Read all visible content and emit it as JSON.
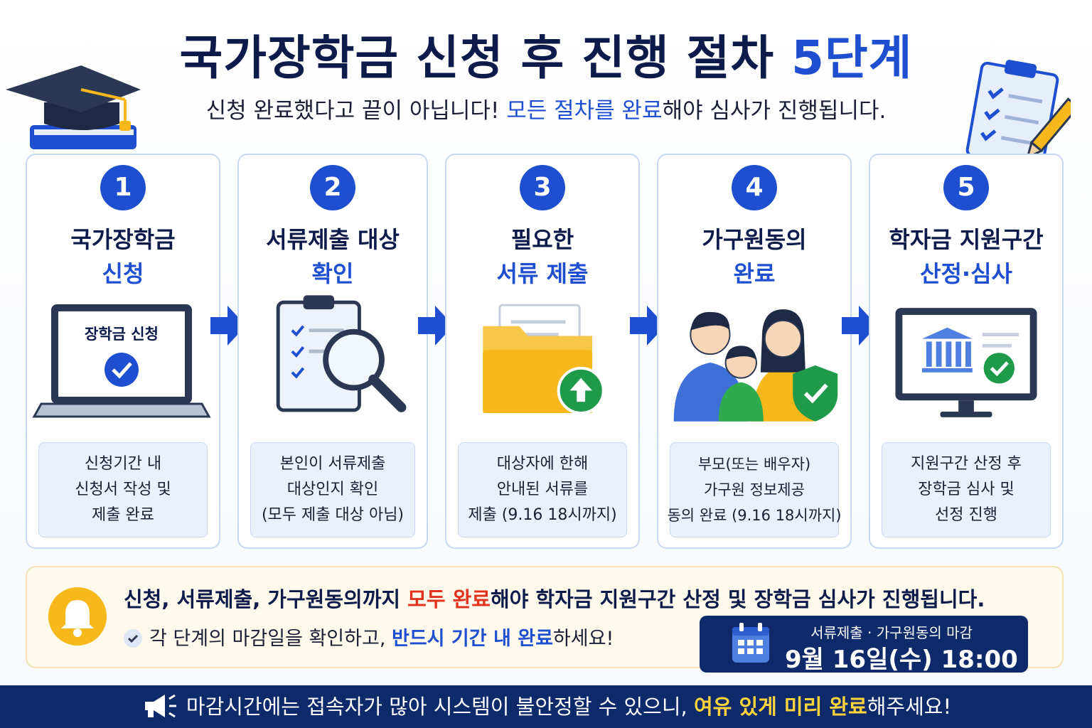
{
  "header": {
    "title_main": "국가장학금 신청 후 진행 절차 ",
    "title_accent": "5단계",
    "subtitle_pre": "신청 완료했다고 끝이 아닙니다! ",
    "subtitle_accent": "모든 절차를 완료",
    "subtitle_post": "해야 심사가 진행됩니다."
  },
  "steps": [
    {
      "number": "1",
      "title_line1": "국가장학금",
      "title_line2": "신청",
      "screen_text": "장학금 신청",
      "desc": [
        "신청기간 내",
        "신청서 작성 및",
        "제출 완료"
      ],
      "icon": "laptop-icon"
    },
    {
      "number": "2",
      "title_line1": "서류제출 대상",
      "title_line2": "확인",
      "desc": [
        "본인이 서류제출",
        "대상인지 확인",
        "(모두 제출 대상 아님)"
      ],
      "icon": "clipboard-search-icon"
    },
    {
      "number": "3",
      "title_line1": "필요한",
      "title_line2": "서류 제출",
      "desc": [
        "대상자에 한해",
        "안내된 서류를",
        "제출 (9.16 18시까지)"
      ],
      "icon": "folder-upload-icon"
    },
    {
      "number": "4",
      "title_line1": "가구원동의",
      "title_line2": "완료",
      "desc": [
        "부모(또는 배우자)",
        "가구원 정보제공",
        "동의 완료 (9.16 18시까지)"
      ],
      "icon": "family-shield-icon"
    },
    {
      "number": "5",
      "title_line1": "학자금 지원구간",
      "title_line2": "산정·심사",
      "desc": [
        "지원구간 산정 후",
        "장학금 심사 및",
        "선정 진행"
      ],
      "icon": "monitor-bank-icon"
    }
  ],
  "notice": {
    "main_pre": "신청, 서류제출, 가구원동의까지 ",
    "main_red": "모두 완료",
    "main_post": "해야 학자금 지원구간 산정 및 장학금 심사가 진행됩니다.",
    "sub_pre": "각 단계의 마감일을 확인하고, ",
    "sub_blue": "반드시 기간 내 완료",
    "sub_post": "하세요!",
    "deadline_label": "서류제출 · 가구원동의 마감",
    "deadline_value": "9월 16일(수) 18:00"
  },
  "footer": {
    "pre": "마감시간에는 접속자가 많아 시스템이 불안정할 수 있으니, ",
    "yellow": "여유 있게 미리 완료",
    "post": "해주세요!"
  },
  "colors": {
    "navy": "#0d1b4b",
    "accent_blue": "#1f4fd1",
    "red": "#e0321e",
    "yellow": "#ffd43b",
    "green": "#1e9a4a"
  }
}
